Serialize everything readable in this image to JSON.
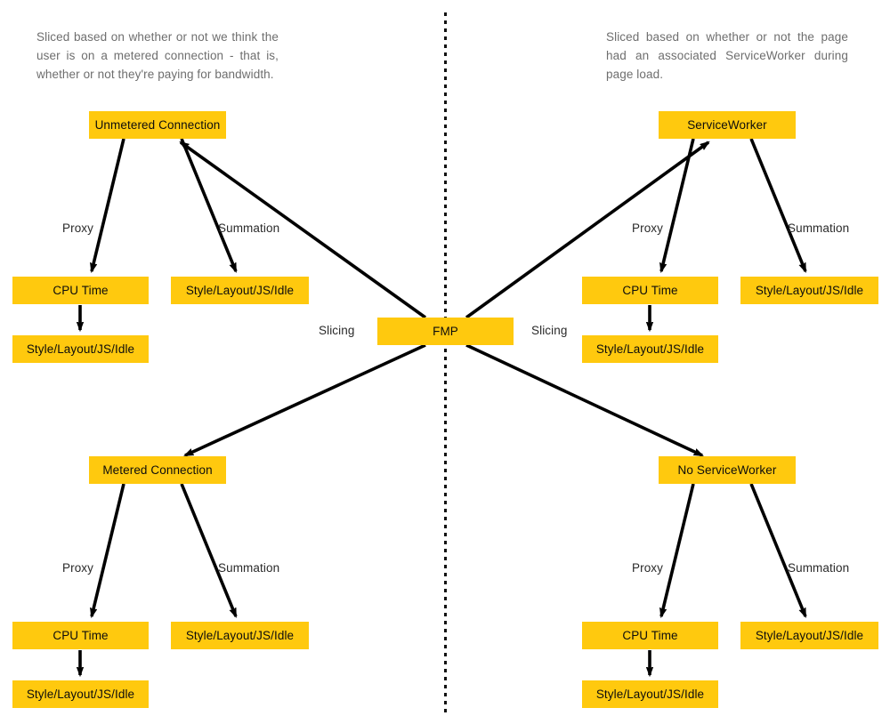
{
  "captions": {
    "left": "Sliced based on whether or not we think the user is on a metered connection - that is, whether or not they're paying for bandwidth.",
    "right": "Sliced based on whether or not the page had an associated ServiceWorker during page load."
  },
  "root": {
    "label": "FMP"
  },
  "slicing_labels": {
    "left": "Slicing",
    "right": "Slicing"
  },
  "branches": [
    {
      "id": "unmetered-connection",
      "label": "Unmetered Connection",
      "side": "left",
      "position": "top",
      "edge_from_root": "Slicing",
      "children": [
        {
          "id": "cpu-time",
          "label": "CPU Time",
          "edge_label": "Proxy",
          "children": [
            {
              "id": "style-layout-js-idle",
              "label": "Style/Layout/JS/Idle",
              "edge_label": ""
            }
          ]
        },
        {
          "id": "style-layout-js-idle",
          "label": "Style/Layout/JS/Idle",
          "edge_label": "Summation",
          "children": []
        }
      ]
    },
    {
      "id": "serviceworker",
      "label": "ServiceWorker",
      "side": "right",
      "position": "top",
      "edge_from_root": "Slicing",
      "children": [
        {
          "id": "cpu-time",
          "label": "CPU Time",
          "edge_label": "Proxy",
          "children": [
            {
              "id": "style-layout-js-idle",
              "label": "Style/Layout/JS/Idle",
              "edge_label": ""
            }
          ]
        },
        {
          "id": "style-layout-js-idle",
          "label": "Style/Layout/JS/Idle",
          "edge_label": "Summation",
          "children": []
        }
      ]
    },
    {
      "id": "metered-connection",
      "label": "Metered Connection",
      "side": "left",
      "position": "bottom",
      "edge_from_root": "Slicing",
      "children": [
        {
          "id": "cpu-time",
          "label": "CPU Time",
          "edge_label": "Proxy",
          "children": [
            {
              "id": "style-layout-js-idle",
              "label": "Style/Layout/JS/Idle",
              "edge_label": ""
            }
          ]
        },
        {
          "id": "style-layout-js-idle",
          "label": "Style/Layout/JS/Idle",
          "edge_label": "Summation",
          "children": []
        }
      ]
    },
    {
      "id": "no-serviceworker",
      "label": "No ServiceWorker",
      "side": "right",
      "position": "bottom",
      "edge_from_root": "Slicing",
      "children": [
        {
          "id": "cpu-time",
          "label": "CPU Time",
          "edge_label": "Proxy",
          "children": [
            {
              "id": "style-layout-js-idle",
              "label": "Style/Layout/JS/Idle",
              "edge_label": ""
            }
          ]
        },
        {
          "id": "style-layout-js-idle",
          "label": "Style/Layout/JS/Idle",
          "edge_label": "Summation",
          "children": []
        }
      ]
    }
  ],
  "colors": {
    "node_fill": "#ffc90e",
    "node_text": "#0d0d0d",
    "edge": "#000000",
    "caption_text": "#6e6e6e",
    "background": "#ffffff",
    "divider": "#111111"
  }
}
